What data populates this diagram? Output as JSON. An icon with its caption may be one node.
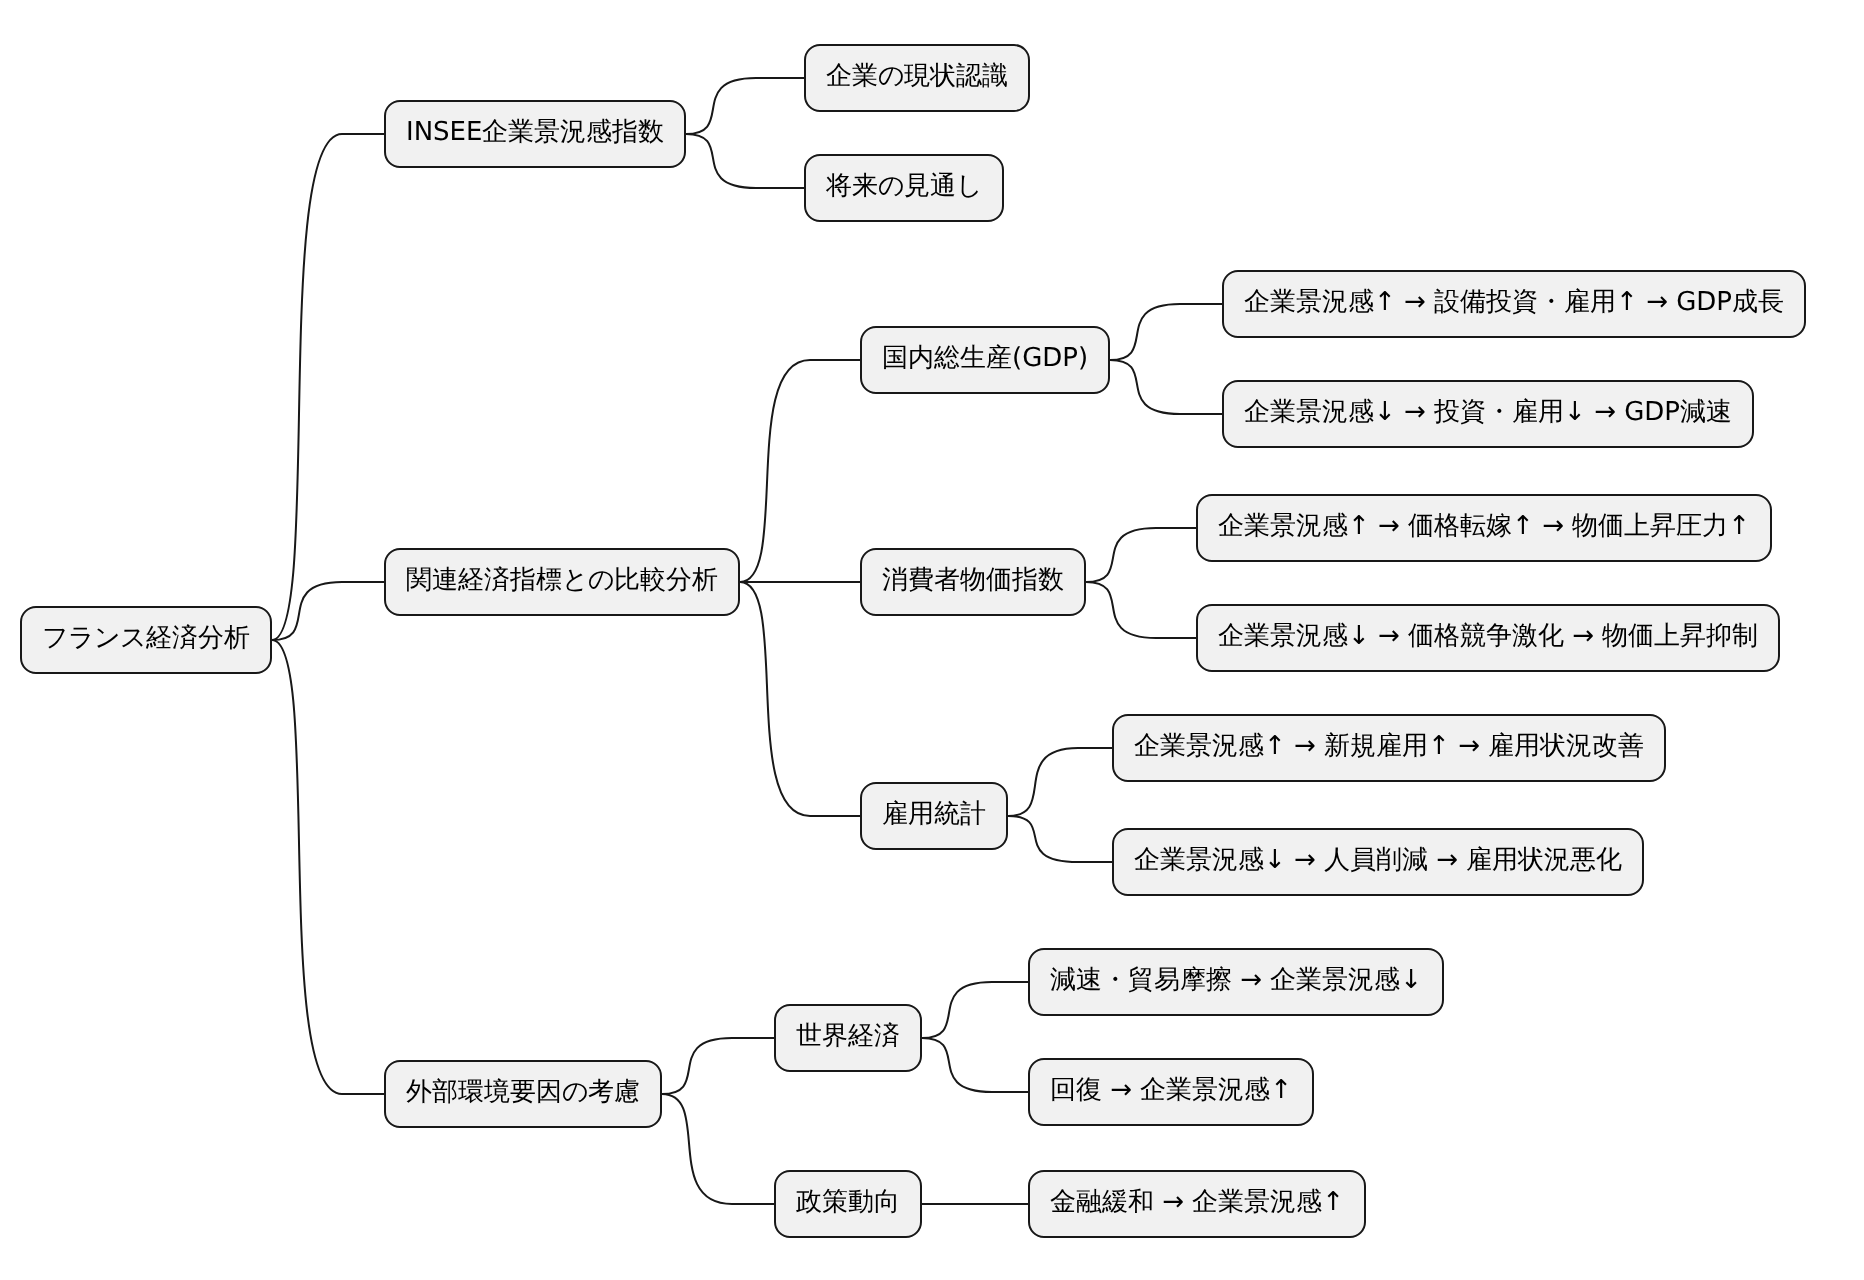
{
  "diagram": {
    "nodes": [
      {
        "text": [
          "フランス経済分析"
        ]
      },
      {
        "text": [
          "INSEE企業景況感指数"
        ]
      },
      {
        "text": [
          "企業の現状認識"
        ]
      },
      {
        "text": [
          "将来の見通し"
        ]
      },
      {
        "text": [
          "関連経済指標との比較分析"
        ]
      },
      {
        "text": [
          "国内総生産(GDP)"
        ]
      },
      {
        "text": [
          "企業景況感↑ → 設備投資・雇用↑ → GDP成長"
        ]
      },
      {
        "text": [
          "企業景況感↓ → 投資・雇用↓ → GDP減速"
        ]
      },
      {
        "text": [
          "消費者物価指数"
        ]
      },
      {
        "text": [
          "企業景況感↑ → 価格転嫁↑ → 物価上昇圧力↑"
        ]
      },
      {
        "text": [
          "企業景況感↓ → 価格競争激化 → 物価上昇抑制"
        ]
      },
      {
        "text": [
          "雇用統計"
        ]
      },
      {
        "text": [
          "企業景況感↑ → 新規雇用↑ → 雇用状況改善"
        ]
      },
      {
        "text": [
          "企業景況感↓ → 人員削減 → 雇用状況悪化"
        ]
      },
      {
        "text": [
          "外部環境要因の考慮"
        ]
      },
      {
        "text": [
          "世界経済"
        ]
      },
      {
        "text": [
          "減速・貿易摩擦 → 企業景況感↓"
        ]
      },
      {
        "text": [
          "回復 → 企業景況感↑"
        ]
      },
      {
        "text": [
          "政策動向"
        ]
      },
      {
        "text": [
          "金融緩和 → 企業景況感↑"
        ]
      }
    ],
    "edges": [
      {
        "from": 0,
        "to": 1,
        "arrow": "none"
      },
      {
        "from": 1,
        "to": 2,
        "arrow": "none"
      },
      {
        "from": 1,
        "to": 3,
        "arrow": "none"
      },
      {
        "from": 0,
        "to": 4,
        "arrow": "none"
      },
      {
        "from": 4,
        "to": 5,
        "arrow": "none"
      },
      {
        "from": 5,
        "to": 6,
        "arrow": "none"
      },
      {
        "from": 5,
        "to": 7,
        "arrow": "none"
      },
      {
        "from": 4,
        "to": 8,
        "arrow": "none"
      },
      {
        "from": 8,
        "to": 9,
        "arrow": "none"
      },
      {
        "from": 8,
        "to": 10,
        "arrow": "none"
      },
      {
        "from": 4,
        "to": 11,
        "arrow": "none"
      },
      {
        "from": 11,
        "to": 12,
        "arrow": "none"
      },
      {
        "from": 11,
        "to": 13,
        "arrow": "none"
      },
      {
        "from": 0,
        "to": 14,
        "arrow": "none"
      },
      {
        "from": 14,
        "to": 15,
        "arrow": "none"
      },
      {
        "from": 15,
        "to": 16,
        "arrow": "none"
      },
      {
        "from": 15,
        "to": 17,
        "arrow": "none"
      },
      {
        "from": 14,
        "to": 18,
        "arrow": "none"
      },
      {
        "from": 18,
        "to": 19,
        "arrow": "none"
      }
    ]
  }
}
